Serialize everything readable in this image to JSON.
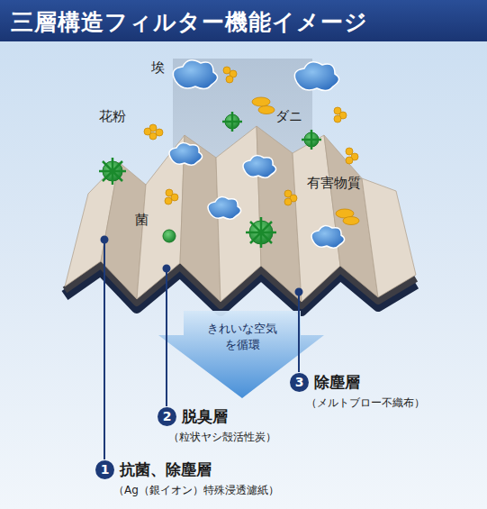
{
  "diagram": {
    "title": "三層構造フィルター機能イメージ",
    "nodes": [
      {
        "text": [
          "きれいな空気 を循環"
        ]
      },
      {
        "text": [
          "3",
          "除塵層",
          "（メルトブロー不織布）"
        ]
      },
      {
        "text": [
          "2",
          "脱臭層",
          "（粒状ヤシ殻活性炭）"
        ]
      },
      {
        "text": [
          "1",
          "抗菌、除塵層",
          "（Ag（銀イオン）特殊浸透濾紙）"
        ]
      }
    ],
    "labels": [
      "埃",
      "花粉",
      "ダニ",
      "有害物質",
      "菌"
    ]
  }
}
